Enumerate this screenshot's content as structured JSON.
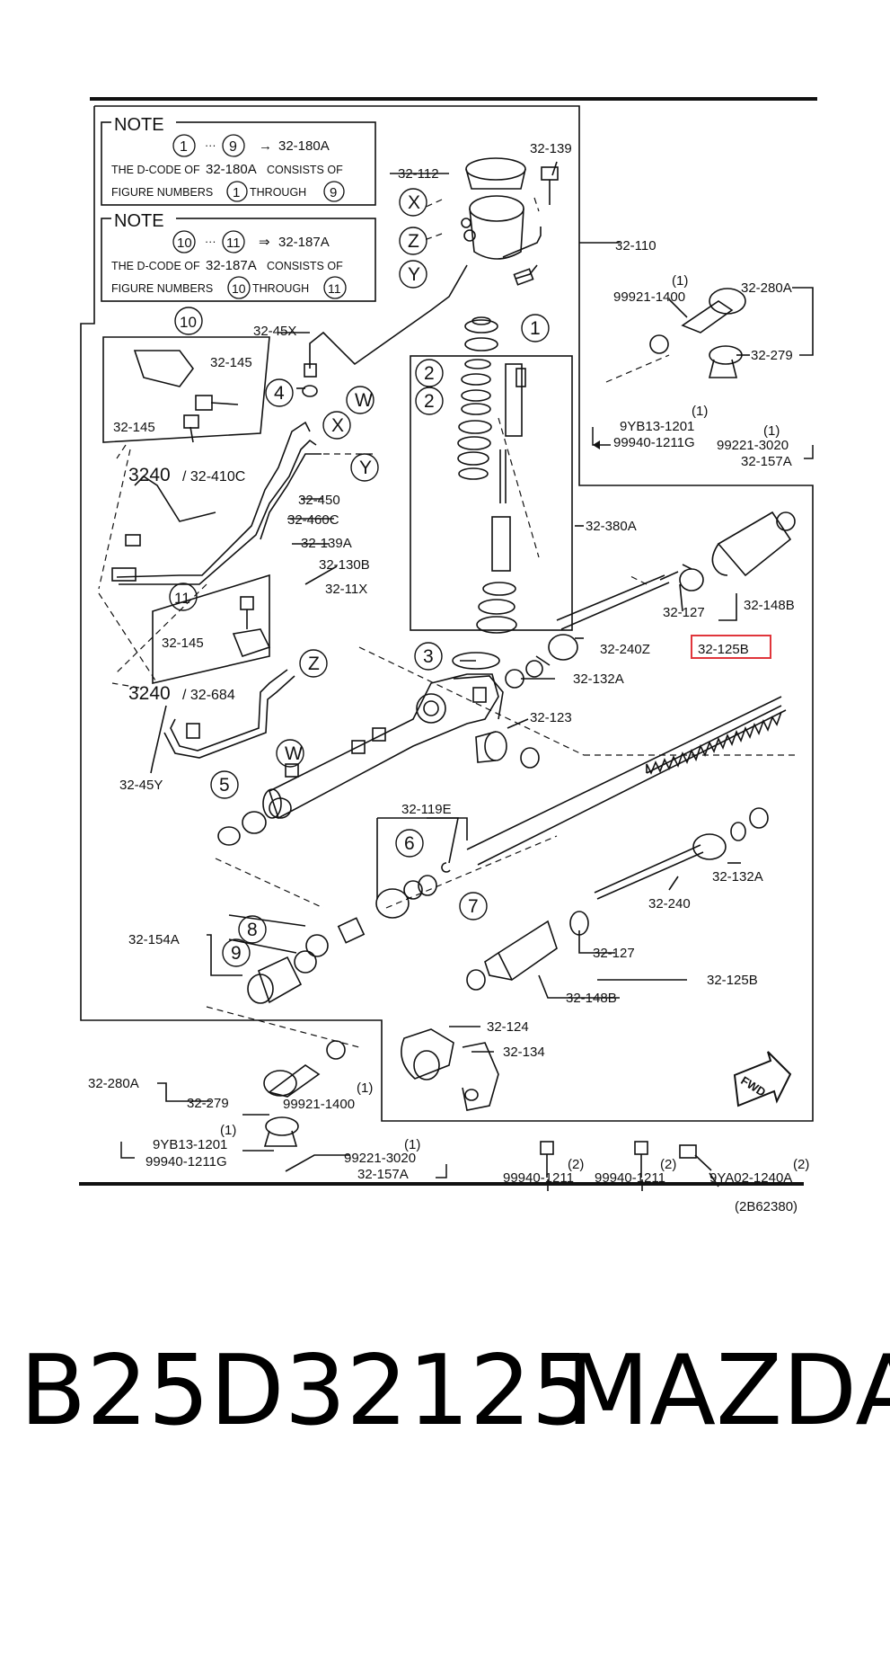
{
  "notes": [
    {
      "title": "NOTE",
      "range_start": "1",
      "range_end": "9",
      "arrow": "→",
      "code": "32-180A",
      "line1_a": "THE D-CODE OF ",
      "line1_code": "32-180A",
      "line1_b": "CONSISTS OF",
      "line2_a": "FIGURE NUMBERS ",
      "line2_n1": "1",
      "line2_mid": "THROUGH",
      "line2_n2": "9"
    },
    {
      "title": "NOTE",
      "range_start": "10",
      "range_end": "11",
      "arrow": "⇒",
      "code": "32-187A",
      "line1_a": "THE D-CODE OF ",
      "line1_code": "32-187A",
      "line1_b": "CONSISTS OF",
      "line2_a": "FIGURE NUMBERS ",
      "line2_n1": "10",
      "line2_mid": "THROUGH",
      "line2_n2": "11"
    }
  ],
  "part_labels": {
    "p32_139": "32-139",
    "p32_112": "32-112",
    "p32_110": "32-110",
    "p32_280A_r": "32-280A",
    "p99921_1400_r": "99921-1400",
    "q1_a": "(1)",
    "p32_279_r": "32-279",
    "q1_b": "(1)",
    "p9YB13_1201_r": "9YB13-1201",
    "p99940_1211G_r": "99940-1211G",
    "q1_c": "(1)",
    "p99221_3020_r": "99221-3020",
    "p32_157A_r": "32-157A",
    "p32_45X": "32-45X",
    "p32_145_a": "32-145",
    "p32_145_b": "32-145",
    "p3240_a": "3240",
    "p32_410C": "/ 32-410C",
    "p32_450": "32-450",
    "p32_460C": "32-460C",
    "p32_139A": "32-139A",
    "p32_130B": "32-130B",
    "p32_11X": "32-11X",
    "p32_380A": "32-380A",
    "p32_145_c": "32-145",
    "p3240_b": "3240",
    "p32_684": "/ 32-684",
    "p32_45Y": "32-45Y",
    "p32_127_r": "32-127",
    "p32_148B_r": "32-148B",
    "p32_125B_hl": "32-125B",
    "p32_240Z": "32-240Z",
    "p32_132A_a": "32-132A",
    "p32_123": "32-123",
    "p32_119E": "32-119E",
    "p32_132A_b": "32-132A",
    "p32_240": "32-240",
    "p32_154A": "32-154A",
    "p32_127_b": "32-127",
    "p32_125B_b": "32-125B",
    "p32_148B_b": "32-148B",
    "p32_124": "32-124",
    "p32_134": "32-134",
    "p32_280A_l": "32-280A",
    "p32_279_l": "32-279",
    "p99921_1400_l": "99921-1400",
    "q1_d": "(1)",
    "q1_e": "(1)",
    "p9YB13_1201_l": "9YB13-1201",
    "p99940_1211G_l": "99940-1211G",
    "q1_f": "(1)",
    "p99221_3020_l": "99221-3020",
    "p32_157A_l": "32-157A",
    "p99940_1211_a": "99940-1211",
    "q2_a": "(2)",
    "p99940_1211_b": "99940-1211",
    "q2_b": "(2)",
    "p9YA02_1240A": "9YA02-1240A",
    "q2_c": "(2)",
    "fwd": "FWD",
    "diagram_code": "(2B62380)"
  },
  "circle_refs": {
    "n1": "1",
    "n2a": "2",
    "n2b": "2",
    "n3": "3",
    "n4": "4",
    "n5": "5",
    "n6": "6",
    "n7": "7",
    "n8": "8",
    "n9": "9",
    "n10": "10",
    "n11": "11",
    "X1": "X",
    "Z1": "Z",
    "Y1": "Y",
    "W2": "W",
    "X2": "X",
    "Y2": "Y",
    "Z2": "Z",
    "W3": "W"
  },
  "footer": {
    "part_number": "B25D32125",
    "brand": "MAZDA"
  },
  "colors": {
    "highlight": "#e0353b",
    "ink": "#111111",
    "background": "#ffffff"
  }
}
